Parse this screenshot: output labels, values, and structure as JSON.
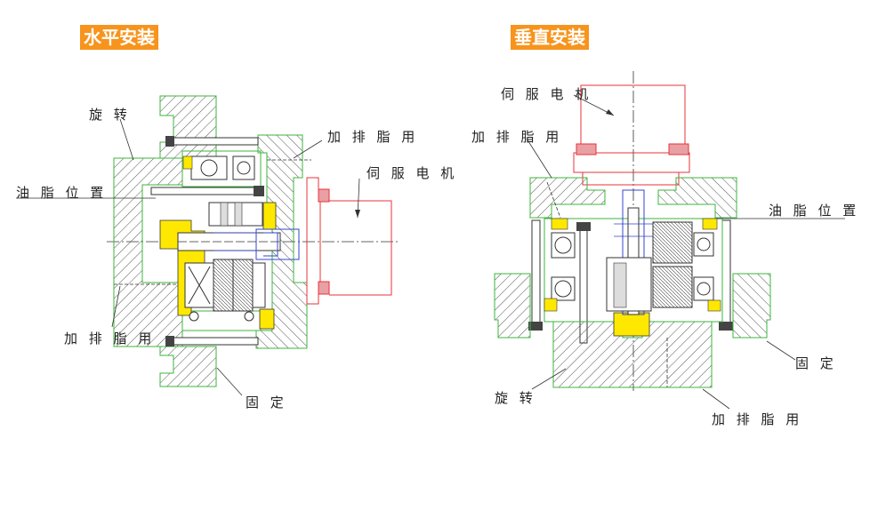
{
  "titles": {
    "horizontal": "水平安装",
    "vertical": "垂直安装"
  },
  "labels": {
    "horizontal": {
      "rotate": "旋 转",
      "grease_add_top": "加 排 脂 用",
      "servo_motor": "伺 服 电 机",
      "oil_level": "油 脂 位 置",
      "grease_add_bottom": "加 排 脂 用",
      "fixed": "固 定"
    },
    "vertical": {
      "servo_motor": "伺 服 电 机",
      "grease_add_top": "加 排 脂 用",
      "oil_level": "油 脂 位 置",
      "fixed": "固 定",
      "rotate": "旋 转",
      "grease_add_bottom": "加 排 脂 用"
    }
  },
  "colors": {
    "title_bg": "#f7941d",
    "housing_outline": "#3cb43c",
    "hatch": "#555555",
    "seal_yellow": "#ffe800",
    "motor_red": "#e8333a",
    "shaft_blue": "#3344cc",
    "centerline": "#333333"
  }
}
